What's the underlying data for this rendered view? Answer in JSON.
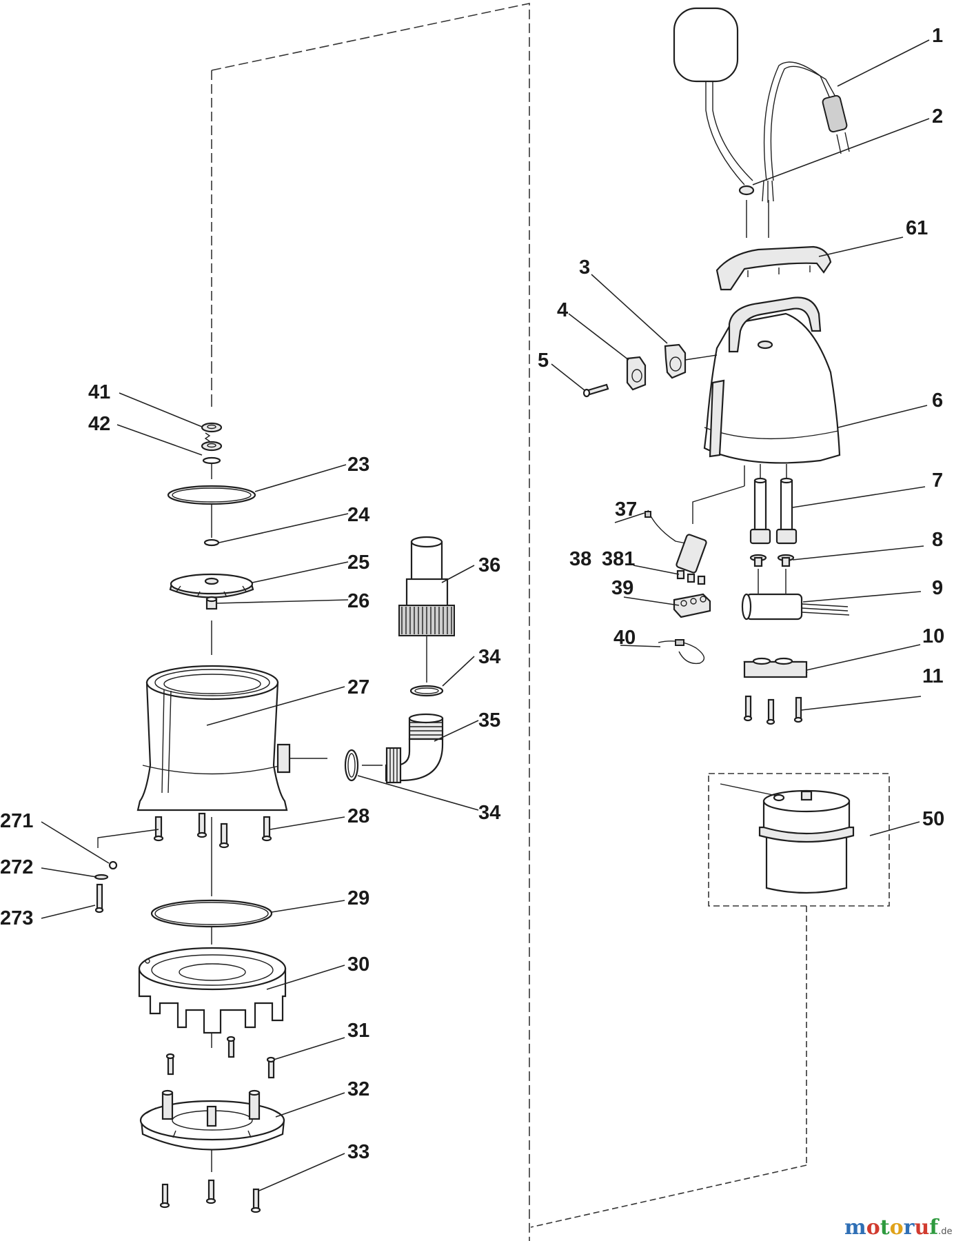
{
  "diagram": {
    "title": "Submersible pump exploded parts view",
    "part_numbers": [
      "1",
      "2",
      "61",
      "3",
      "4",
      "5",
      "6",
      "7",
      "37",
      "38",
      "381",
      "39",
      "8",
      "9",
      "40",
      "10",
      "11",
      "50",
      "41",
      "42",
      "23",
      "24",
      "25",
      "26",
      "36",
      "34",
      "27",
      "35",
      "34",
      "28",
      "271",
      "272",
      "273",
      "29",
      "30",
      "31",
      "32",
      "33"
    ]
  },
  "watermark": {
    "letters": [
      "m",
      "o",
      "t",
      "o",
      "r",
      "u",
      "f"
    ],
    "colors": [
      "#2f6fb5",
      "#d13b2f",
      "#2e9a3e",
      "#e0a21a",
      "#2f6fb5",
      "#d13b2f",
      "#2e9a3e"
    ],
    "suffix": ".de"
  }
}
